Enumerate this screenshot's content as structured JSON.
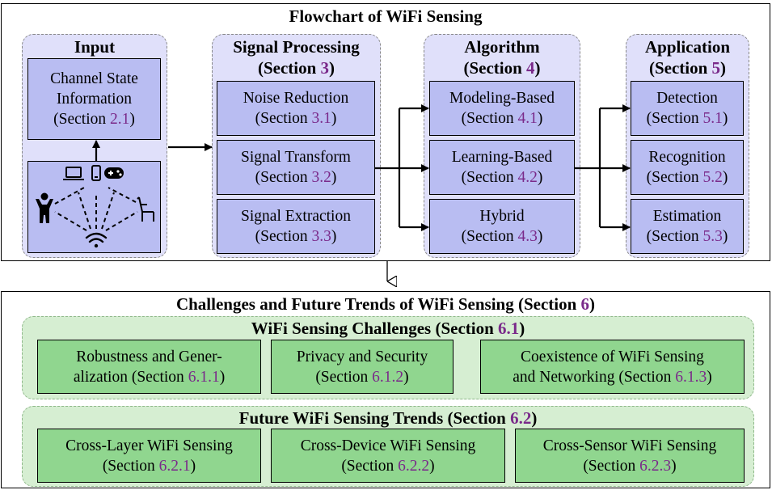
{
  "top": {
    "title": "Flowchart of WiFi Sensing",
    "input": {
      "title": "Input",
      "box": {
        "line1": "Channel State",
        "line2": "Information",
        "pre": "(Section ",
        "ref": "2.1",
        "post": ")"
      },
      "icons": [
        "laptop-icon",
        "phone-icon",
        "gamepad-icon",
        "person-icon",
        "chair-icon",
        "wifi-icon"
      ]
    },
    "signal_processing": {
      "title": "Signal Processing",
      "sec_pre": "(Section ",
      "sec_ref": "3",
      "sec_post": ")",
      "items": [
        {
          "label": "Noise Reduction",
          "pre": "(Section ",
          "ref": "3.1",
          "post": ")"
        },
        {
          "label": "Signal Transform",
          "pre": "(Section ",
          "ref": "3.2",
          "post": ")"
        },
        {
          "label": "Signal Extraction",
          "pre": "(Section ",
          "ref": "3.3",
          "post": ")"
        }
      ]
    },
    "algorithm": {
      "title": "Algorithm",
      "sec_pre": "(Section ",
      "sec_ref": "4",
      "sec_post": ")",
      "items": [
        {
          "label": "Modeling-Based",
          "pre": "(Section ",
          "ref": "4.1",
          "post": ")"
        },
        {
          "label": "Learning-Based",
          "pre": "(Section ",
          "ref": "4.2",
          "post": ")"
        },
        {
          "label": "Hybrid",
          "pre": "(Section ",
          "ref": "4.3",
          "post": ")"
        }
      ]
    },
    "application": {
      "title": "Application",
      "sec_pre": "(Section ",
      "sec_ref": "5",
      "sec_post": ")",
      "items": [
        {
          "label": "Detection",
          "pre": "(Section ",
          "ref": "5.1",
          "post": ")"
        },
        {
          "label": "Recognition",
          "pre": "(Section ",
          "ref": "5.2",
          "post": ")"
        },
        {
          "label": "Estimation",
          "pre": "(Section ",
          "ref": "5.3",
          "post": ")"
        }
      ]
    }
  },
  "bottom": {
    "title_pre": "Challenges and Future Trends of WiFi Sensing (Section ",
    "title_ref": "6",
    "title_post": ")",
    "challenges": {
      "title_pre": "WiFi Sensing Challenges (Section ",
      "title_ref": "6.1",
      "title_post": ")",
      "items": [
        {
          "line1": "Robustness and Gener-",
          "line2_pre": "alization (Section ",
          "ref": "6.1.1",
          "post": ")"
        },
        {
          "line1": "Privacy and Security",
          "line2_pre": "(Section ",
          "ref": "6.1.2",
          "post": ")"
        },
        {
          "line1": "Coexistence of WiFi Sensing",
          "line2_pre": "and Networking (Section ",
          "ref": "6.1.3",
          "post": ")"
        }
      ]
    },
    "trends": {
      "title_pre": "Future WiFi Sensing Trends (Section ",
      "title_ref": "6.2",
      "title_post": ")",
      "items": [
        {
          "line1": "Cross-Layer WiFi Sensing",
          "line2_pre": "(Section ",
          "ref": "6.2.1",
          "post": ")"
        },
        {
          "line1": "Cross-Device WiFi Sensing",
          "line2_pre": "(Section ",
          "ref": "6.2.2",
          "post": ")"
        },
        {
          "line1": "Cross-Sensor WiFi Sensing",
          "line2_pre": "(Section ",
          "ref": "6.2.3",
          "post": ")"
        }
      ]
    }
  },
  "colors": {
    "group_blue": "#e0e0fa",
    "box_blue": "#b9bdf2",
    "group_green": "#d6eed2",
    "box_green": "#90d68f",
    "section_ref": "#7a2a8a"
  }
}
